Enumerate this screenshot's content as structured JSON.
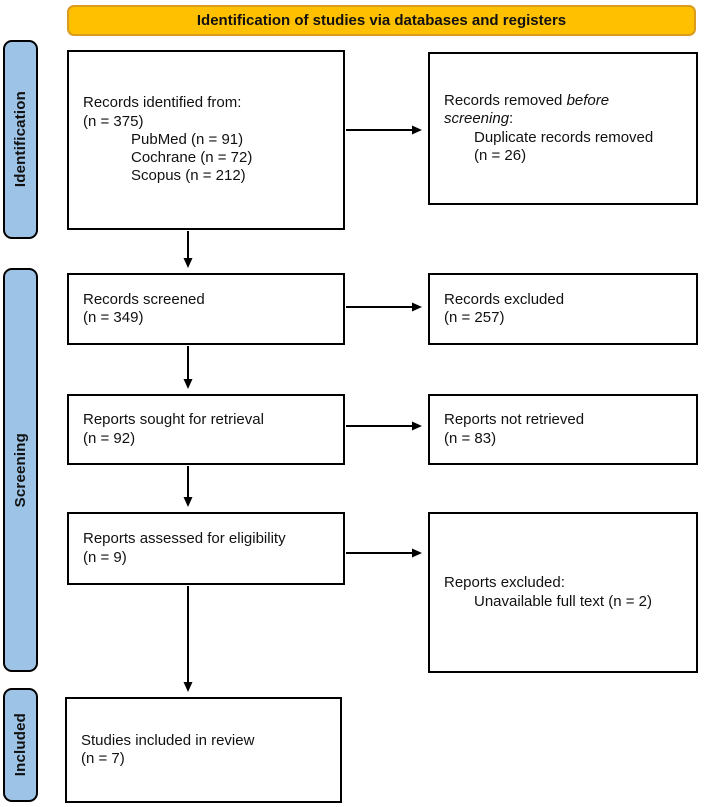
{
  "header": {
    "label": "Identification of studies via databases and registers"
  },
  "sidebar": {
    "items": [
      {
        "label": "Identification"
      },
      {
        "label": "Screening"
      },
      {
        "label": "Included"
      }
    ]
  },
  "boxes": {
    "identified": {
      "title": "Records identified from:",
      "count": "(n = 375)",
      "sources": [
        "PubMed (n = 91)",
        "Cochrane (n = 72)",
        "Scopus (n = 212)"
      ]
    },
    "removed": {
      "prefix": "Records removed",
      "italic_word1": "before",
      "italic_word2": "screening",
      "suffix": ":",
      "details": [
        "Duplicate records removed",
        "(n = 26)"
      ]
    },
    "screened": {
      "title": "Records screened",
      "count": "(n = 349)"
    },
    "excluded": {
      "title": "Records excluded",
      "count": "(n = 257)"
    },
    "sought": {
      "title": "Reports sought for retrieval",
      "count": "(n = 92)"
    },
    "not_retrieved": {
      "title": "Reports not retrieved",
      "count": "(n = 83)"
    },
    "assessed": {
      "title": "Reports assessed for eligibility",
      "count": "(n = 9)"
    },
    "reports_excluded": {
      "title": "Reports excluded:",
      "details": [
        "Unavailable full text (n = 2)"
      ]
    },
    "included": {
      "title": "Studies included in review",
      "count": "(n = 7)"
    }
  },
  "colors": {
    "header_bg": "#FFC000",
    "header_border": "#D99C1E",
    "sidebar_bg": "#9DC3E6",
    "box_border": "#000000",
    "arrow": "#000000"
  }
}
